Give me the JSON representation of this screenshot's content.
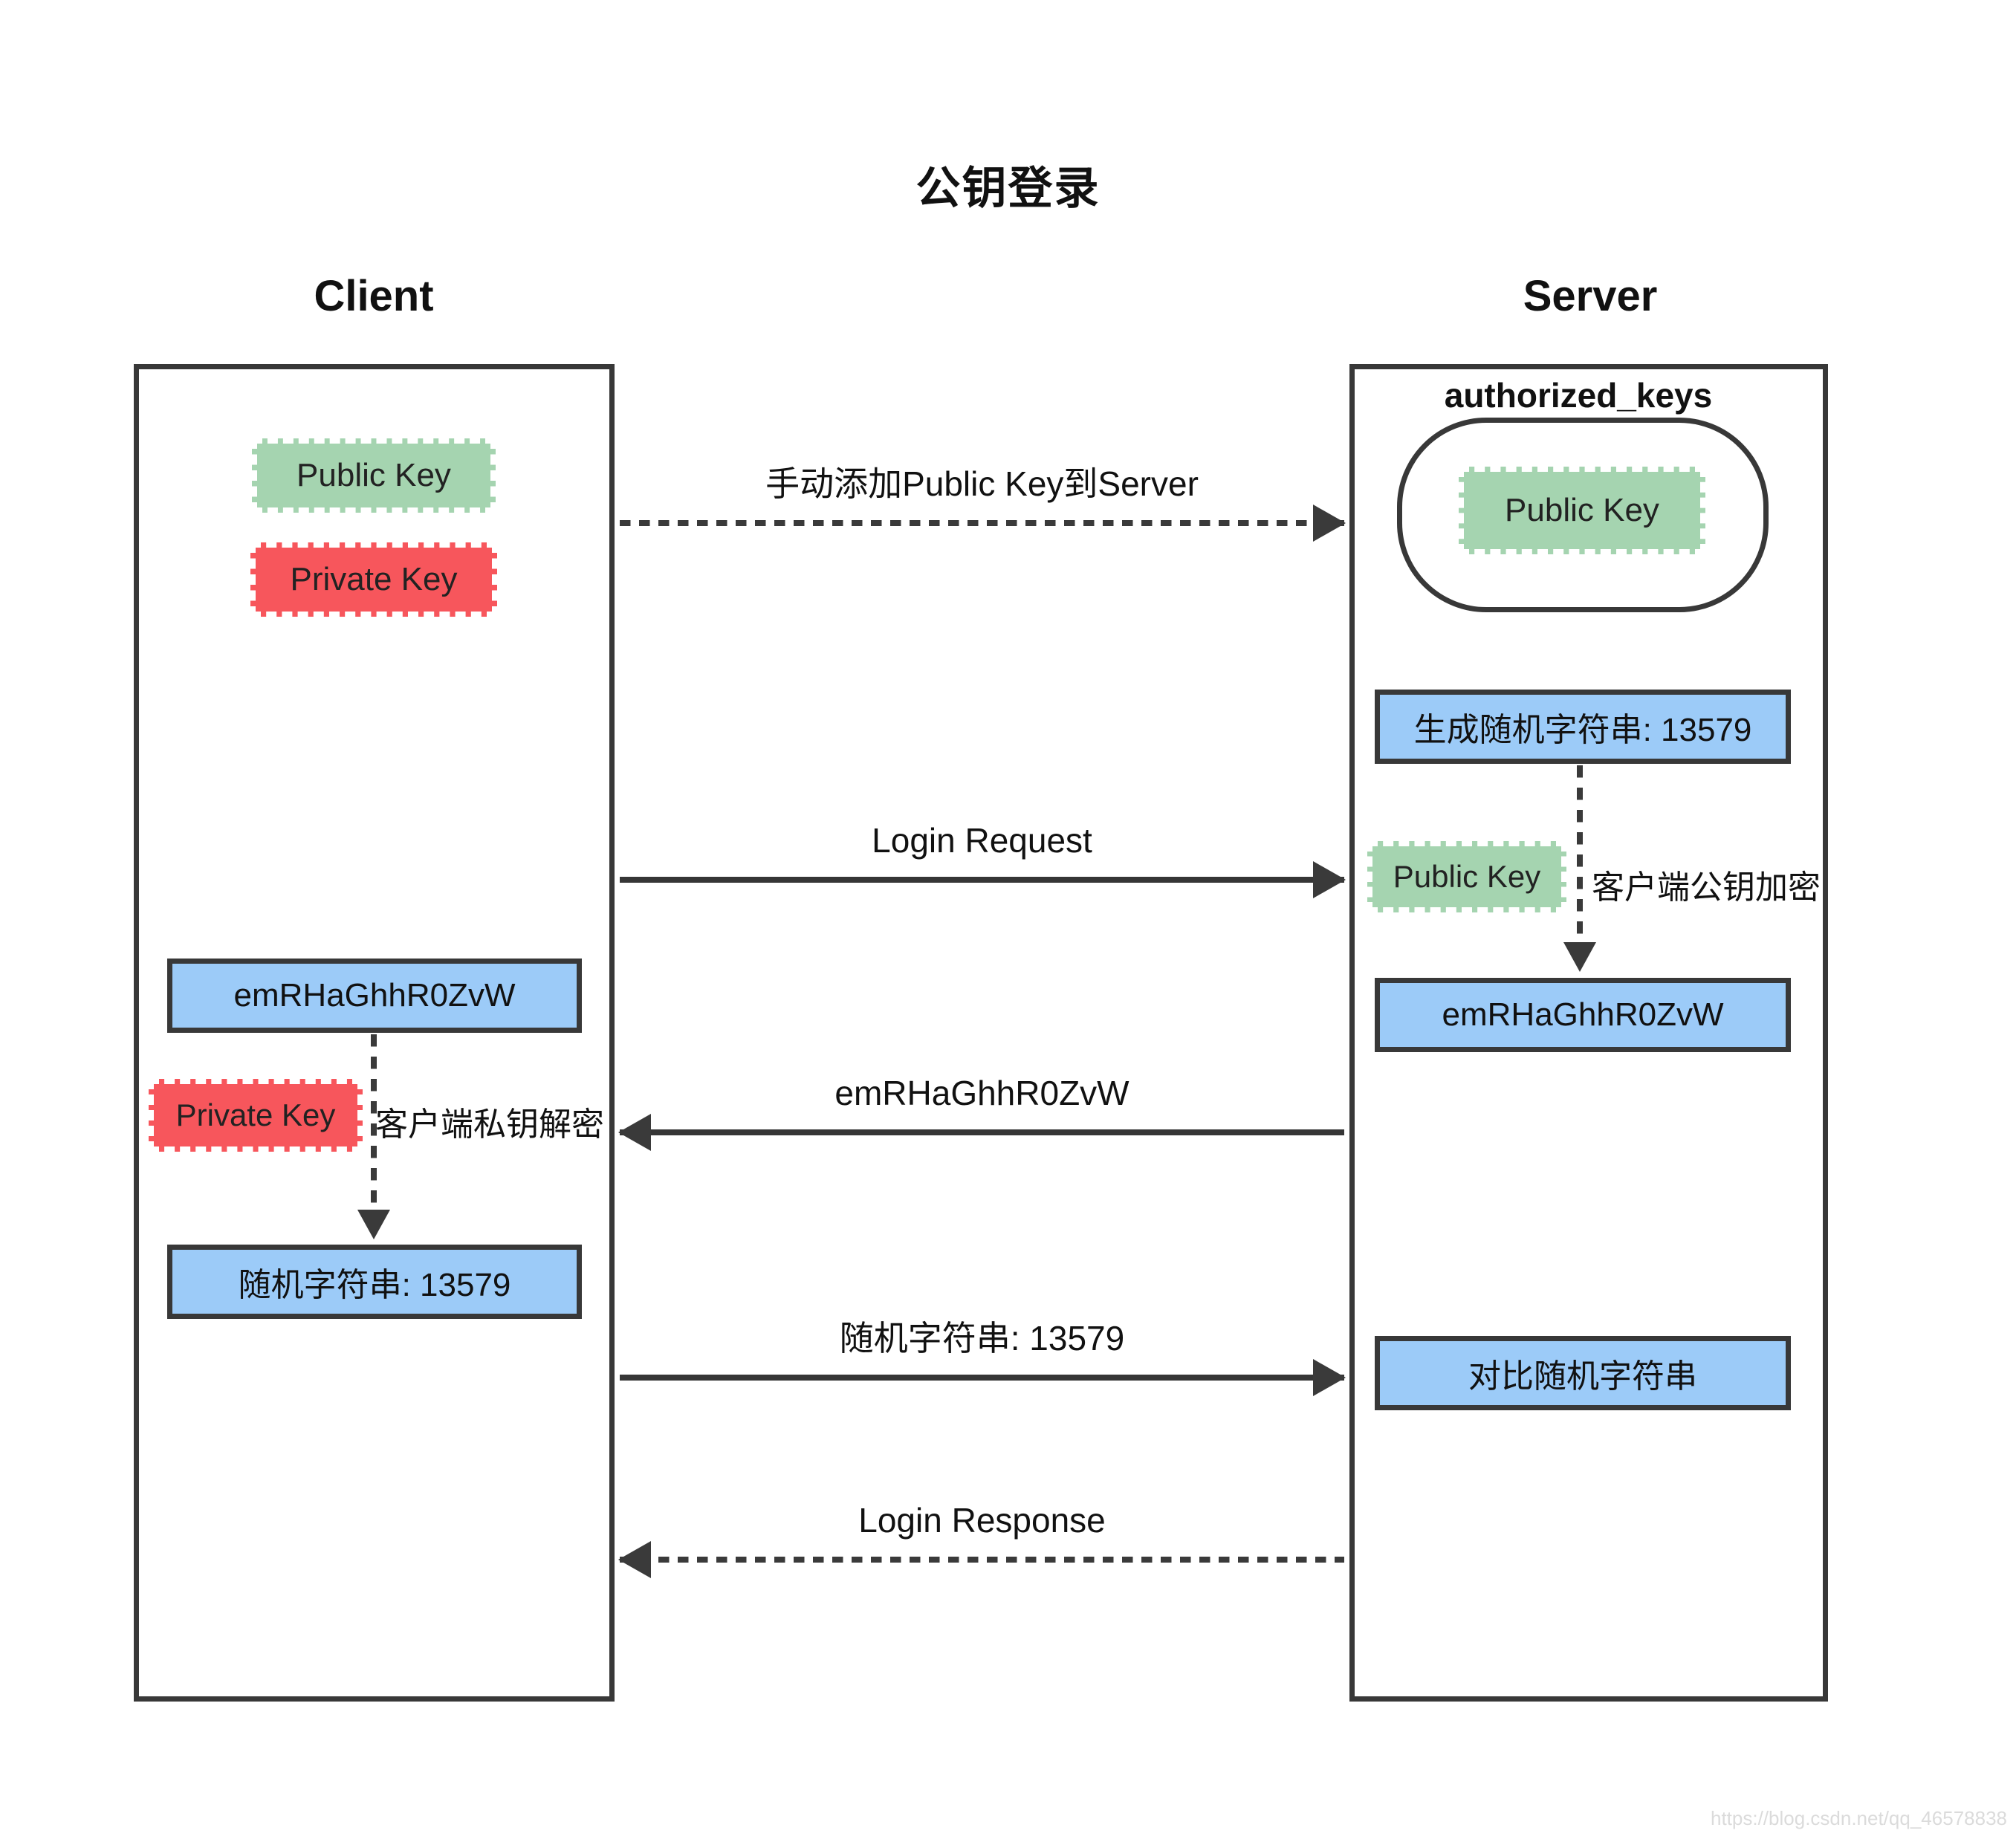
{
  "title": "公钥登录",
  "watermark": "https://blog.csdn.net/qq_46578838",
  "client": {
    "heading": "Client",
    "public_key_label": "Public Key",
    "private_key_label": "Private Key",
    "encrypted_box": "emRHaGhhR0ZvW",
    "private_key2_label": "Private Key",
    "decrypt_note": "客户端私钥解密",
    "random_box": "随机字符串: 13579"
  },
  "server": {
    "heading": "Server",
    "authorized_keys_label": "authorized_keys",
    "public_key_label": "Public Key",
    "generate_box": "生成随机字符串: 13579",
    "public_key2_label": "Public Key",
    "encrypt_note": "客户端公钥加密",
    "encrypted_box": "emRHaGhhR0ZvW",
    "compare_box": "对比随机字符串"
  },
  "messages": [
    {
      "label": "手动添加Public Key到Server",
      "direction": "right",
      "style": "dotted"
    },
    {
      "label": "Login Request",
      "direction": "right",
      "style": "solid"
    },
    {
      "label": "emRHaGhhR0ZvW",
      "direction": "left",
      "style": "solid"
    },
    {
      "label": "随机字符串: 13579",
      "direction": "right",
      "style": "solid"
    },
    {
      "label": "Login Response",
      "direction": "left",
      "style": "dotted"
    }
  ],
  "colors": {
    "public_key_green": "#a5d4b0",
    "private_key_red": "#f7565c",
    "process_blue": "#9ccbf8",
    "line_dark": "#363636"
  }
}
